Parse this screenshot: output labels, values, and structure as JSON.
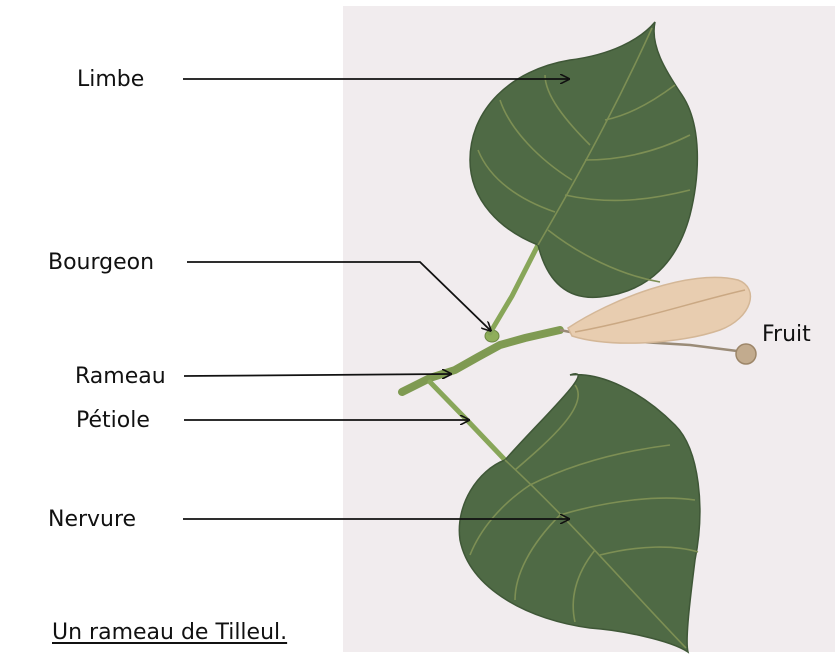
{
  "labels": {
    "limbe": "Limbe",
    "bourgeon": "Bourgeon",
    "rameau": "Rameau",
    "petiole": "Pétiole",
    "nervure": "Nervure",
    "fruit": "Fruit"
  },
  "caption": "Un rameau de Tilleul.",
  "colors": {
    "scan_background": "#f1ecee",
    "leaf": "#4f6a45",
    "leaf_vein": "#7d8f54",
    "stem": "#7f9a52",
    "bract": "#e8cdb0",
    "fruit": "#c2ab8e",
    "arrow": "#111111"
  },
  "icons": {
    "arrow": "arrow-right-icon"
  }
}
